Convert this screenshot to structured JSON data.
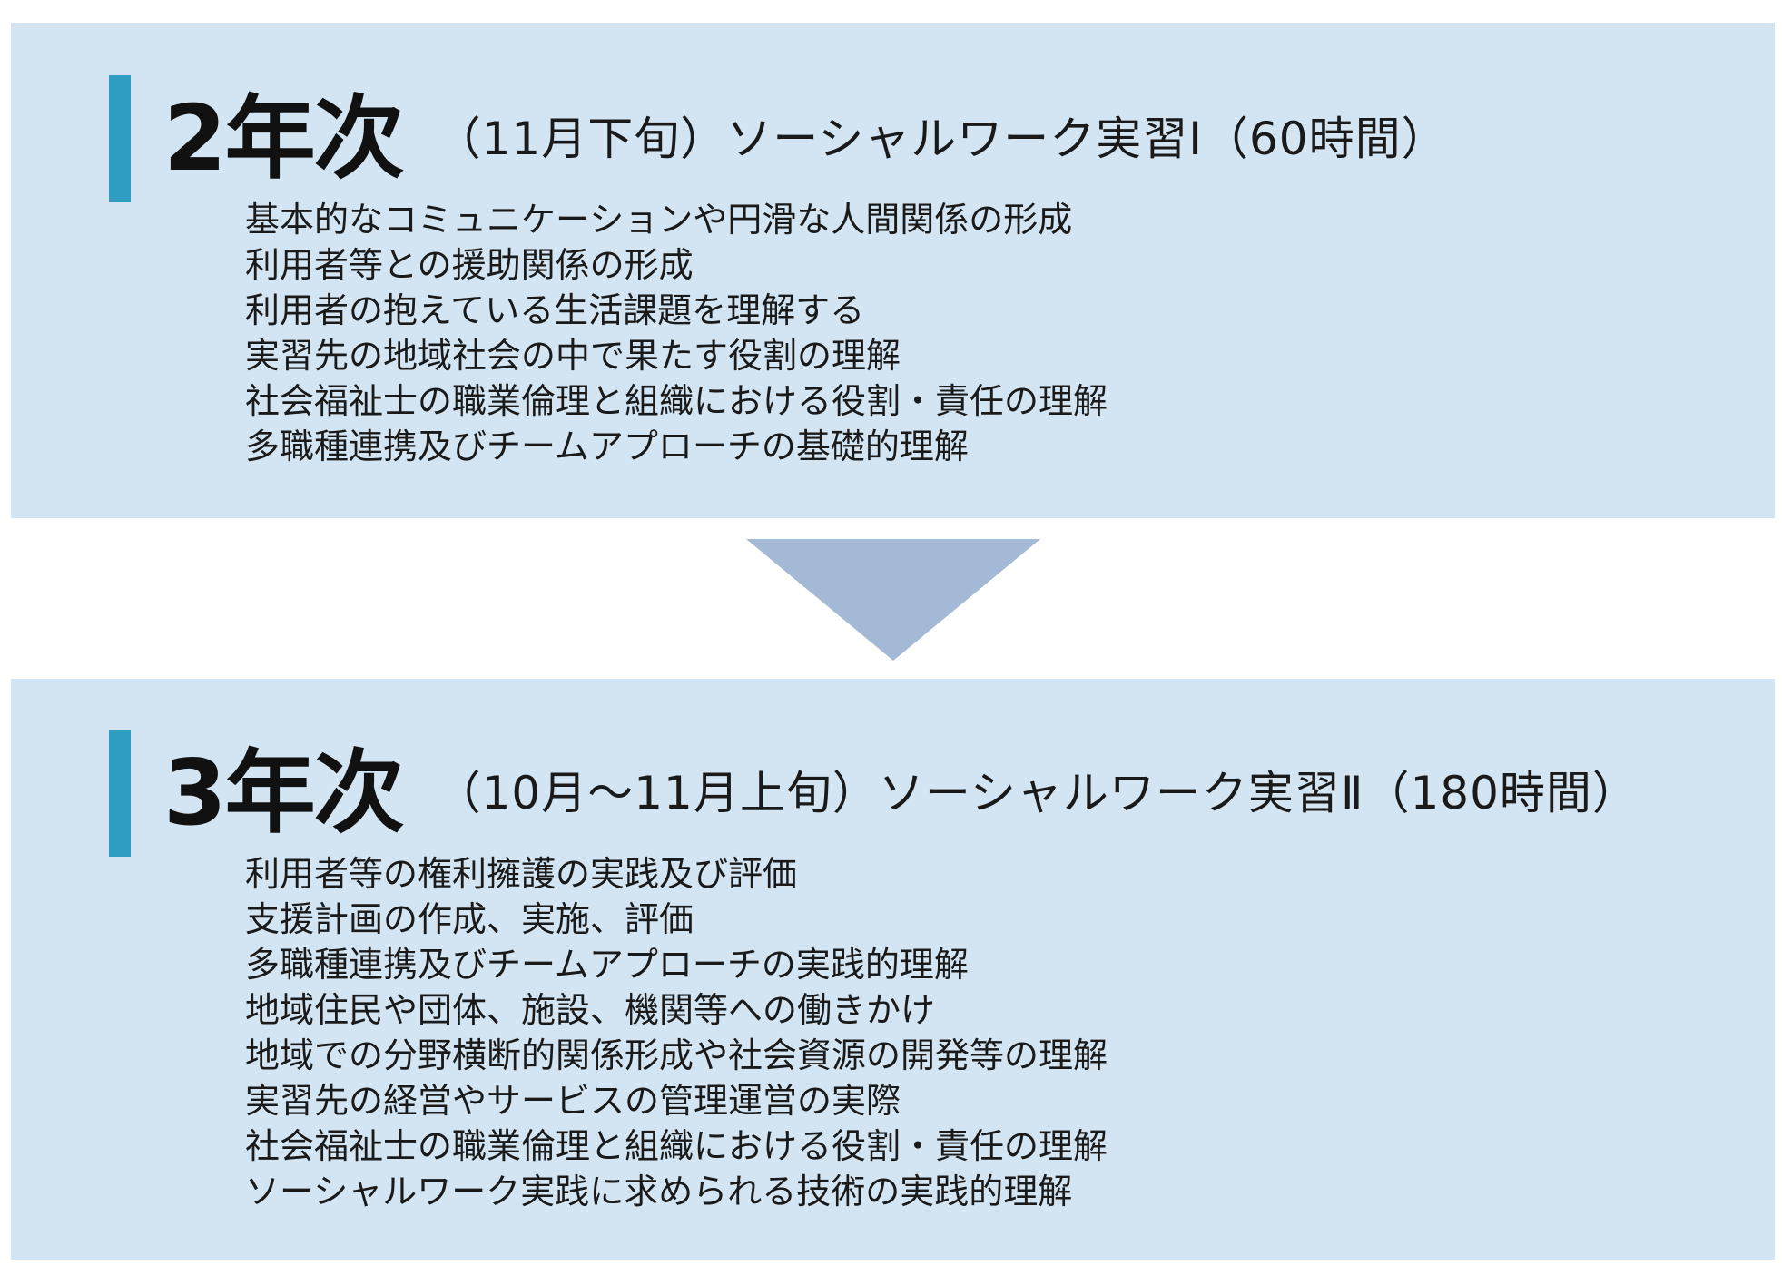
{
  "colors": {
    "panel_bg": "#d3e5f2",
    "accent": "#2f9cc2",
    "arrow": "#a3b9d6"
  },
  "stages": [
    {
      "year": "2年次",
      "subtitle": "（11月下旬）ソーシャルワーク実習Ⅰ（60時間）",
      "items": [
        "基本的なコミュニケーションや円滑な人間関係の形成",
        "利用者等との援助関係の形成",
        "利用者の抱えている生活課題を理解する",
        "実習先の地域社会の中で果たす役割の理解",
        "社会福祉士の職業倫理と組織における役割・責任の理解",
        "多職種連携及びチームアプローチの基礎的理解"
      ]
    },
    {
      "year": "3年次",
      "subtitle": "（10月〜11月上旬）ソーシャルワーク実習Ⅱ（180時間）",
      "items": [
        "利用者等の権利擁護の実践及び評価",
        "支援計画の作成、実施、評価",
        "多職種連携及びチームアプローチの実践的理解",
        "地域住民や団体、施設、機関等への働きかけ",
        "地域での分野横断的関係形成や社会資源の開発等の理解",
        "実習先の経営やサービスの管理運営の実際",
        "社会福祉士の職業倫理と組織における役割・責任の理解",
        "ソーシャルワーク実践に求められる技術の実践的理解"
      ]
    }
  ]
}
